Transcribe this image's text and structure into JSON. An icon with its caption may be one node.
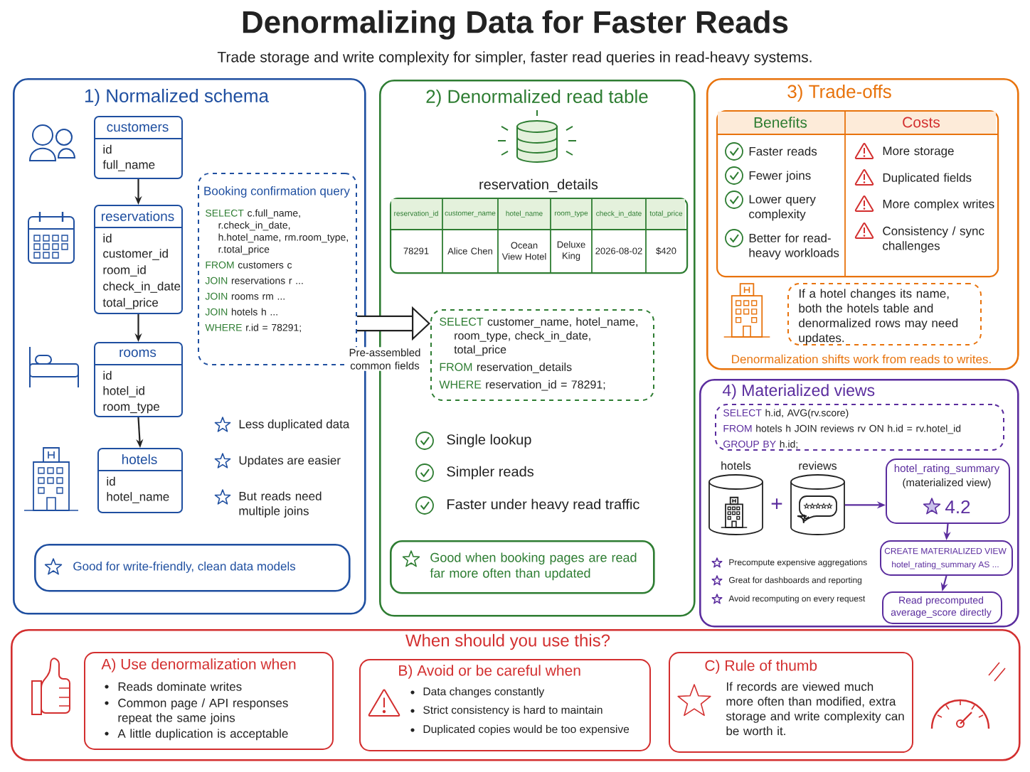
{
  "diagram": {
    "title": "Denormalizing Data for Faster Reads",
    "nodes": [
      {
        "text": [
          "1) Normalized schema",
          "Less duplicated data",
          "Updates are easier",
          "But reads need multiple joins"
        ]
      },
      {
        "text": [
          "customers",
          "id",
          "full_name"
        ],
        "in": 0
      },
      {
        "text": [
          "reservations",
          "id",
          "customer_id",
          "room_id",
          "check_in_date",
          "total_price"
        ],
        "in": 0
      },
      {
        "text": [
          "rooms",
          "id",
          "hotel_id",
          "room_type"
        ],
        "in": 0
      },
      {
        "text": [
          "hotels",
          "id",
          "hotel_name"
        ],
        "in": 0
      },
      {
        "text": [
          "Booking confirmation query",
          "SELECT",
          "c.full_name, r.check_in_date, h.hotel_name, rm.room_type, r.total_price",
          "FROM",
          "customers c",
          "JOIN",
          "reservations r ...",
          "JOIN",
          "rooms rm ...",
          "JOIN",
          "hotels h ...",
          "WHERE",
          "r.id = 78291;"
        ],
        "in": 0
      },
      {
        "text": [
          "Good for write-friendly, clean data models"
        ],
        "in": 0
      },
      {
        "text": [
          "2) Denormalized read table",
          "Single lookup",
          "Simpler reads",
          "Faster under heavy read traffic"
        ]
      },
      {
        "text": [
          "reservation_details",
          "reservation_id",
          "customer_name",
          "hotel_name",
          "room_type",
          "check_in_date",
          "total_price",
          "78291",
          "Alice Chen",
          "Ocean View Hotel",
          "Deluxe King",
          "2026-08-02",
          "$420"
        ],
        "in": 7
      },
      {
        "text": [
          "SELECT",
          "customer_name, hotel_name, room_type, check_in_date, total_price",
          "FROM",
          "reservation_details",
          "WHERE",
          "reservation_id = 78291;"
        ],
        "in": 7
      },
      {
        "text": [
          "Good when booking pages are read far more often than updated"
        ],
        "in": 7
      },
      {
        "text": [
          "3) Trade-offs",
          "Denormalization shifts work from reads to writes."
        ]
      },
      {
        "text": [],
        "shape": "box",
        "in": 11
      },
      {
        "text": [
          "Benefits",
          "Faster reads",
          "Fewer joins",
          "Lower query complexity",
          "Better for read-heavy workloads"
        ],
        "in": 12
      },
      {
        "text": [
          "Costs",
          "More storage",
          "Duplicated fields",
          "More complex writes",
          "Consistency / sync challenges"
        ],
        "in": 12
      },
      {
        "text": [
          "If a hotel changes its name, both the hotels table and denormalized rows may need updates."
        ],
        "in": 11
      },
      {
        "text": [
          "4) Materialized views",
          "Precompute expensive aggregations",
          "Great for dashboards and reporting",
          "Avoid recomputing on every request"
        ]
      },
      {
        "text": [
          "SELECT",
          "h.id, AVG(rv.score)",
          "FROM",
          "hotels h JOIN reviews rv ON h.id = rv.hotel_id",
          "GROUP BY",
          "h.id;"
        ],
        "in": 16
      },
      {
        "text": [
          "hotels"
        ],
        "in": 16
      },
      {
        "text": [
          "reviews"
        ],
        "in": 16
      },
      {
        "text": [
          "hotel_rating_summary",
          "(materialized view)",
          "4.2"
        ],
        "in": 16
      },
      {
        "text": [
          "CREATE MATERIALIZED VIEW",
          "hotel_rating_summary AS ..."
        ],
        "in": 16
      },
      {
        "text": [
          "Read precomputed average_score directly"
        ],
        "in": 16
      },
      {
        "text": [
          "When should you use this?"
        ]
      },
      {
        "text": [
          "A) Use denormalization when",
          "Reads dominate writes",
          "Common page / API responses repeat the same joins",
          "A little duplication is acceptable"
        ],
        "in": 23
      },
      {
        "text": [
          "B) Avoid or be careful when",
          "Data changes constantly",
          "Strict consistency is hard to maintain",
          "Duplicated copies would be too expensive"
        ],
        "in": 23
      },
      {
        "text": [
          "C) Rule of thumb",
          "If records are viewed much more often than modified, extra storage and write complexity can be worth it."
        ],
        "in": 23
      }
    ],
    "edges": [
      {
        "from": 1,
        "to": 2,
        "arrow": "to"
      },
      {
        "from": 2,
        "to": 3,
        "arrow": "to"
      },
      {
        "from": 3,
        "to": 4,
        "arrow": "to"
      },
      {
        "from": 5,
        "to": 9,
        "arrow": "to",
        "label": "Pre-assembled common fields",
        "style": "thick"
      },
      {
        "from": 19,
        "to": 20,
        "arrow": "to",
        "color": "#5b2d9e"
      },
      {
        "from": 20,
        "to": 21,
        "arrow": "to",
        "color": "#5b2d9e"
      },
      {
        "from": 21,
        "to": 22,
        "arrow": "to",
        "color": "#5b2d9e"
      }
    ],
    "labels": [
      "Trade storage and write complexity for simpler, faster read queries in read-heavy systems.",
      "+"
    ]
  }
}
